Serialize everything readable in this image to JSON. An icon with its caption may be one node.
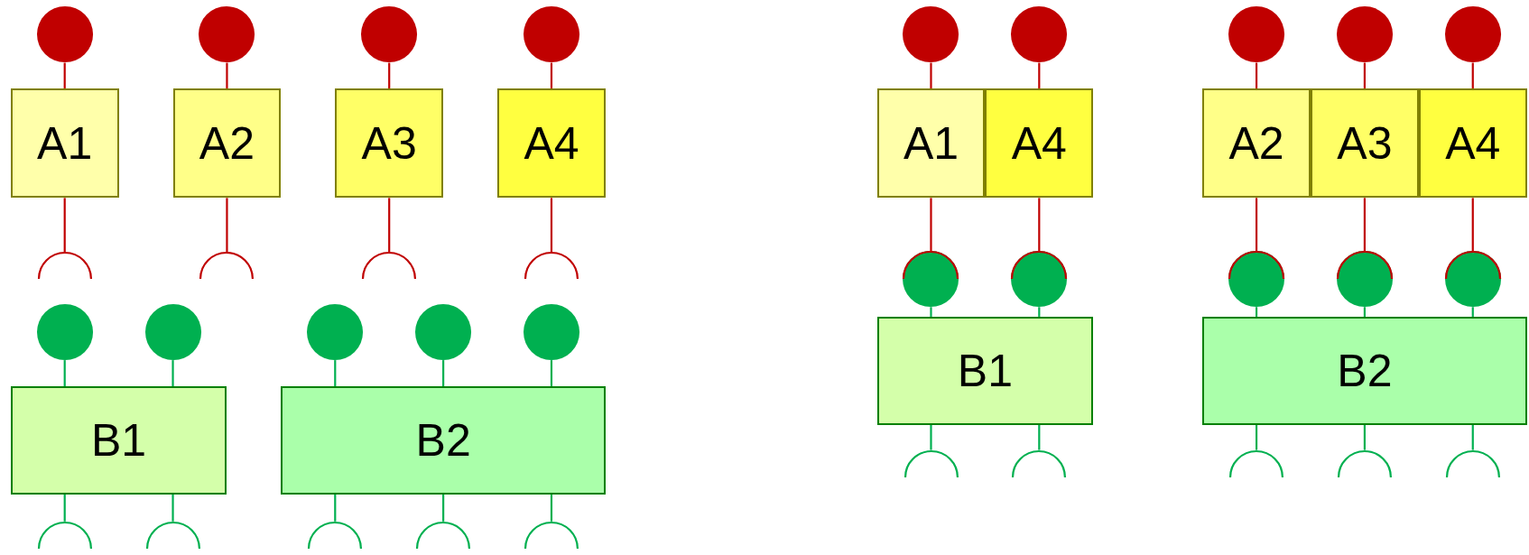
{
  "diagram": {
    "nodes": [
      {
        "text": [],
        "shape": "circle"
      },
      {
        "text": [
          "A1"
        ]
      },
      {
        "text": [],
        "shape": "arc"
      },
      {
        "text": [],
        "shape": "circle"
      },
      {
        "text": [
          "A2"
        ]
      },
      {
        "text": [],
        "shape": "arc"
      },
      {
        "text": [],
        "shape": "circle"
      },
      {
        "text": [
          "A3"
        ]
      },
      {
        "text": [],
        "shape": "arc"
      },
      {
        "text": [],
        "shape": "circle"
      },
      {
        "text": [
          "A4"
        ]
      },
      {
        "text": [],
        "shape": "arc"
      },
      {
        "text": [],
        "shape": "circle"
      },
      {
        "text": [],
        "shape": "circle"
      },
      {
        "text": [
          "B1"
        ]
      },
      {
        "text": [],
        "shape": "arc"
      },
      {
        "text": [],
        "shape": "arc"
      },
      {
        "text": [],
        "shape": "circle"
      },
      {
        "text": [],
        "shape": "circle"
      },
      {
        "text": [],
        "shape": "circle"
      },
      {
        "text": [
          "B2"
        ]
      },
      {
        "text": [],
        "shape": "arc"
      },
      {
        "text": [],
        "shape": "arc"
      },
      {
        "text": [],
        "shape": "arc"
      },
      {
        "text": [],
        "shape": "circle"
      },
      {
        "text": [],
        "shape": "circle"
      },
      {
        "text": [
          "A1"
        ]
      },
      {
        "text": [
          "A4"
        ]
      },
      {
        "text": [],
        "shape": "arc",
        "in": 29
      },
      {
        "text": [],
        "shape": "circle"
      },
      {
        "text": [],
        "shape": "arc",
        "in": 31
      },
      {
        "text": [],
        "shape": "circle"
      },
      {
        "text": [
          "B1"
        ]
      },
      {
        "text": [],
        "shape": "arc"
      },
      {
        "text": [],
        "shape": "arc"
      },
      {
        "text": [],
        "shape": "circle"
      },
      {
        "text": [],
        "shape": "circle"
      },
      {
        "text": [],
        "shape": "circle"
      },
      {
        "text": [
          "A2"
        ]
      },
      {
        "text": [
          "A3"
        ]
      },
      {
        "text": [
          "A4"
        ]
      },
      {
        "text": [],
        "shape": "arc",
        "in": 42
      },
      {
        "text": [],
        "shape": "circle"
      },
      {
        "text": [],
        "shape": "arc",
        "in": 44
      },
      {
        "text": [],
        "shape": "circle"
      },
      {
        "text": [],
        "shape": "arc",
        "in": 46
      },
      {
        "text": [],
        "shape": "circle"
      },
      {
        "text": [
          "B2"
        ]
      },
      {
        "text": [],
        "shape": "arc"
      },
      {
        "text": [],
        "shape": "arc"
      },
      {
        "text": [],
        "shape": "arc"
      }
    ],
    "edges": [
      {
        "from": 0,
        "to": 1,
        "arrow": "none",
        "color": "#c00000"
      },
      {
        "from": 1,
        "to": 2,
        "arrow": "none",
        "color": "#c00000"
      },
      {
        "from": 3,
        "to": 4,
        "arrow": "none",
        "color": "#c00000"
      },
      {
        "from": 4,
        "to": 5,
        "arrow": "none",
        "color": "#c00000"
      },
      {
        "from": 6,
        "to": 7,
        "arrow": "none",
        "color": "#c00000"
      },
      {
        "from": 7,
        "to": 8,
        "arrow": "none",
        "color": "#c00000"
      },
      {
        "from": 9,
        "to": 10,
        "arrow": "none",
        "color": "#c00000"
      },
      {
        "from": 10,
        "to": 11,
        "arrow": "none",
        "color": "#c00000"
      },
      {
        "from": 12,
        "to": 14,
        "arrow": "none"
      },
      {
        "from": 13,
        "to": 14,
        "arrow": "none"
      },
      {
        "from": 14,
        "to": 15,
        "arrow": "none"
      },
      {
        "from": 14,
        "to": 16,
        "arrow": "none"
      },
      {
        "from": 17,
        "to": 20,
        "arrow": "none"
      },
      {
        "from": 18,
        "to": 20,
        "arrow": "none"
      },
      {
        "from": 19,
        "to": 20,
        "arrow": "none"
      },
      {
        "from": 20,
        "to": 21,
        "arrow": "none"
      },
      {
        "from": 20,
        "to": 22,
        "arrow": "none"
      },
      {
        "from": 20,
        "to": 23,
        "arrow": "none"
      },
      {
        "from": 24,
        "to": 26,
        "arrow": "none",
        "color": "#c00000"
      },
      {
        "from": 25,
        "to": 27,
        "arrow": "none",
        "color": "#c00000"
      },
      {
        "from": 26,
        "to": 28,
        "arrow": "none",
        "color": "#c00000"
      },
      {
        "from": 27,
        "to": 30,
        "arrow": "none",
        "color": "#c00000"
      },
      {
        "from": 29,
        "to": 32,
        "arrow": "none"
      },
      {
        "from": 31,
        "to": 32,
        "arrow": "none"
      },
      {
        "from": 32,
        "to": 33,
        "arrow": "none"
      },
      {
        "from": 32,
        "to": 34,
        "arrow": "none"
      },
      {
        "from": 35,
        "to": 38,
        "arrow": "none",
        "color": "#c00000"
      },
      {
        "from": 36,
        "to": 39,
        "arrow": "none",
        "color": "#c00000"
      },
      {
        "from": 37,
        "to": 40,
        "arrow": "none",
        "color": "#c00000"
      },
      {
        "from": 38,
        "to": 41,
        "arrow": "none",
        "color": "#c00000"
      },
      {
        "from": 39,
        "to": 43,
        "arrow": "none",
        "color": "#c00000"
      },
      {
        "from": 40,
        "to": 45,
        "arrow": "none",
        "color": "#c00000"
      },
      {
        "from": 42,
        "to": 47,
        "arrow": "none"
      },
      {
        "from": 44,
        "to": 47,
        "arrow": "none"
      },
      {
        "from": 46,
        "to": 47,
        "arrow": "none"
      },
      {
        "from": 47,
        "to": 48,
        "arrow": "none"
      },
      {
        "from": 47,
        "to": 49,
        "arrow": "none"
      },
      {
        "from": 47,
        "to": 50,
        "arrow": "none"
      }
    ]
  }
}
